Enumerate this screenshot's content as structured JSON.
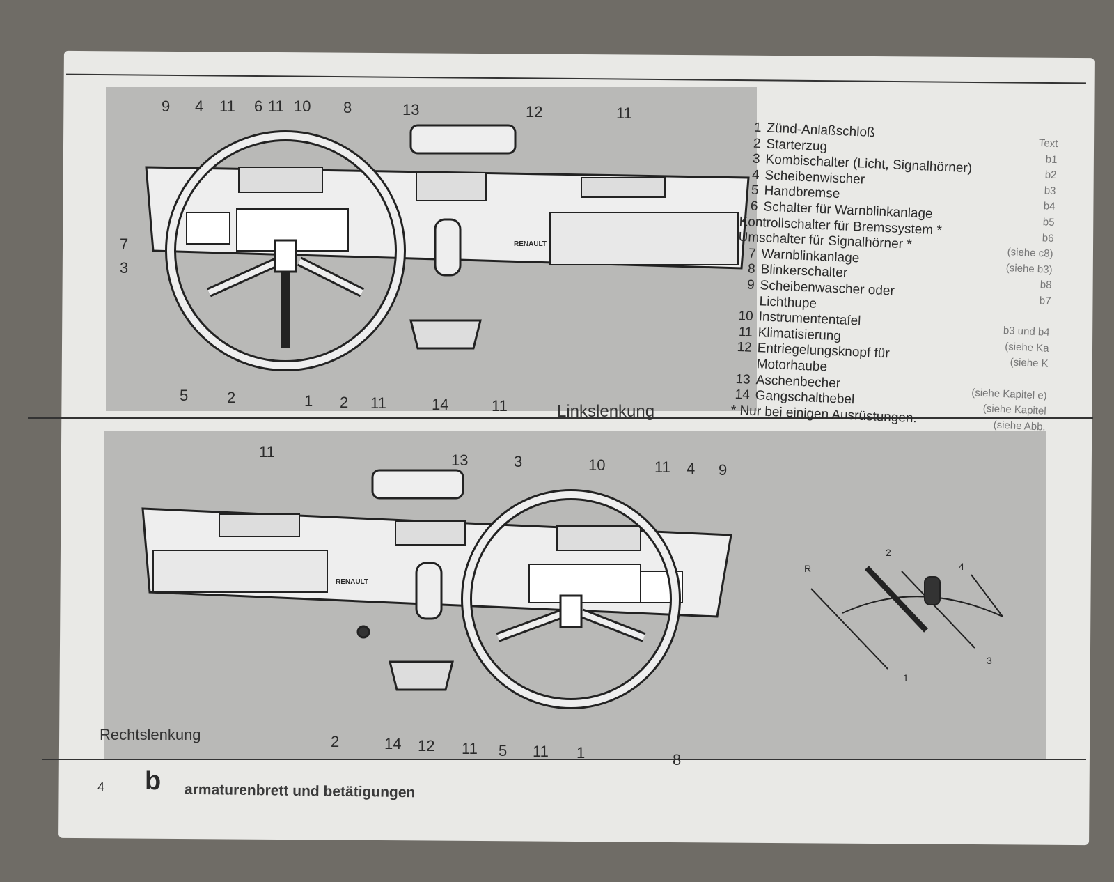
{
  "top_diagram": {
    "caption": "Linkslenkung",
    "brand": "RENAULT",
    "callouts_top": [
      "9",
      "4",
      "11",
      "6",
      "11",
      "10",
      "8",
      "13",
      "12",
      "11"
    ],
    "callouts_left": [
      "7",
      "3"
    ],
    "callouts_bottom": [
      "5",
      "2",
      "1",
      "2",
      "11",
      "14",
      "11"
    ]
  },
  "legend": {
    "items": [
      {
        "n": "1",
        "label": "Zünd-Anlaßschloß"
      },
      {
        "n": "2",
        "label": "Starterzug"
      },
      {
        "n": "3",
        "label": "Kombischalter (Licht, Signalhörner)"
      },
      {
        "n": "4",
        "label": "Scheibenwischer"
      },
      {
        "n": "5",
        "label": "Handbremse"
      },
      {
        "n": "6",
        "label": "Schalter für Warnblinkanlage"
      },
      {
        "n": "",
        "label": "Kontrollschalter für Bremssystem *"
      },
      {
        "n": "",
        "label": "Umschalter für Signalhörner *"
      },
      {
        "n": "7",
        "label": "Warnblinkanlage"
      },
      {
        "n": "8",
        "label": "Blinkerschalter"
      },
      {
        "n": "9",
        "label": "Scheibenwascher oder"
      },
      {
        "n": "",
        "label": "Lichthupe"
      },
      {
        "n": "10",
        "label": "Instrumententafel"
      },
      {
        "n": "11",
        "label": "Klimatisierung"
      },
      {
        "n": "12",
        "label": "Entriegelungsknopf für"
      },
      {
        "n": "",
        "label": "Motorhaube"
      },
      {
        "n": "13",
        "label": "Aschenbecher"
      },
      {
        "n": "14",
        "label": "Gangschalthebel"
      }
    ],
    "footnote": "* Nur bei einigen Ausrüstungen.",
    "refs": [
      "Text",
      "b1",
      "b2",
      "b3",
      "b4",
      "b5",
      "b6",
      "(siehe c8)",
      "(siehe b3)",
      "b8",
      "b7",
      "",
      "b3 und b4",
      "(siehe Ka",
      "(siehe K",
      "",
      "(siehe Kapitel e)",
      "(siehe Kapitel",
      "(siehe Abb."
    ]
  },
  "bottom_diagram": {
    "caption": "Rechtslenkung",
    "brand": "RENAULT",
    "callouts_top": [
      "11",
      "13",
      "3",
      "10",
      "11",
      "4",
      "9"
    ],
    "callouts_bottom": [
      "2",
      "14",
      "12",
      "11",
      "5",
      "11",
      "1",
      "8"
    ],
    "gear_positions": [
      "R",
      "2",
      "4",
      "1",
      "3"
    ]
  },
  "footer": {
    "page_number": "4",
    "section_letter": "b",
    "section_title": "armaturenbrett und betätigungen"
  }
}
